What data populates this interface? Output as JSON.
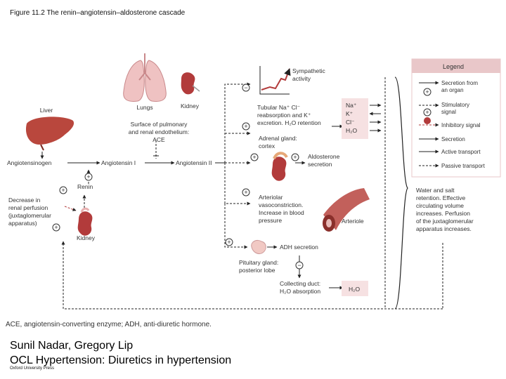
{
  "figure": {
    "title": "Figure 11.2 The renin–angiotensin–aldosterone cascade"
  },
  "diagram": {
    "organs": {
      "liver": "Liver",
      "lungs": "Lungs",
      "kidney_top": "Kidney",
      "kidney_left": "Kidney"
    },
    "molecules": {
      "angiotensinogen": "Angiotensinogen",
      "angiotensin_i": "Angiotensin I",
      "angiotensin_ii": "Angiotensin II",
      "renin": "Renin"
    },
    "labels": {
      "decrease_line1": "Decrease in",
      "decrease_line2": "renal perfusion",
      "decrease_line3": "(juxtaglomerular",
      "decrease_line4": "apparatus)",
      "surface_line1": "Surface of pulmonary",
      "surface_line2": "and renal endothelium:",
      "surface_line3": "ACE",
      "sympathetic_line1": "Sympathetic",
      "sympathetic_line2": "activity",
      "tubular_line1": "Tubular Na⁺ Cl⁻",
      "tubular_line2": "reabsorption and K⁺",
      "tubular_line3": "excretion. H₂O retention",
      "adrenal_line1": "Adrenal gland:",
      "adrenal_line2": "cortex",
      "aldosterone_line1": "Aldosterone",
      "aldosterone_line2": "secretion",
      "arteriolar_line1": "Arteriolar",
      "arteriolar_line2": "vasoconstriction.",
      "arteriolar_line3": "Increase in blood",
      "arteriolar_line4": "pressure",
      "arteriole": "Arteriole",
      "adh_secretion": "ADH secretion",
      "pituitary_line1": "Pituitary gland:",
      "pituitary_line2": "posterior lobe",
      "collecting_line1": "Collecting duct:",
      "collecting_line2": "H₂O absorption",
      "ions": [
        "Na⁺",
        "K⁺",
        "Cl⁻",
        "H₂O"
      ],
      "water_box": "H₂O",
      "water_salt_line1": "Water and salt",
      "water_salt_line2": "retention. Effective",
      "water_salt_line3": "circulating volume",
      "water_salt_line4": "increases. Perfusion",
      "water_salt_line5": "of the juxtaglomerular",
      "water_salt_line6": "apparatus increases."
    },
    "signs": {
      "plus": "+",
      "minus": "−"
    },
    "legend": {
      "title": "Legend",
      "items": [
        {
          "line1": "Secretion from",
          "line2": "an organ"
        },
        {
          "line1": "Stimulatory",
          "line2": "signal"
        },
        {
          "line1": "Inhibitory signal",
          "line2": ""
        },
        {
          "line1": "Secretion",
          "line2": ""
        },
        {
          "line1": "Active transport",
          "line2": ""
        },
        {
          "line1": "Passive transport",
          "line2": ""
        }
      ]
    },
    "abbreviations": "ACE, angiotensin-converting enzyme; ADH, anti-diuretic hormone."
  },
  "footer": {
    "authors": "Sunil Nadar, Gregory Lip",
    "book": "OCL Hypertension: Diuretics in hypertension",
    "publisher": "Oxford University Press"
  },
  "colors": {
    "legend_header": "#e9c7c9",
    "kidney": "#b23b3b",
    "liver": "#b9473d",
    "lung": "#efc2c2",
    "arteriole": "#c2605b",
    "ion_box": "#f6e1e2"
  }
}
